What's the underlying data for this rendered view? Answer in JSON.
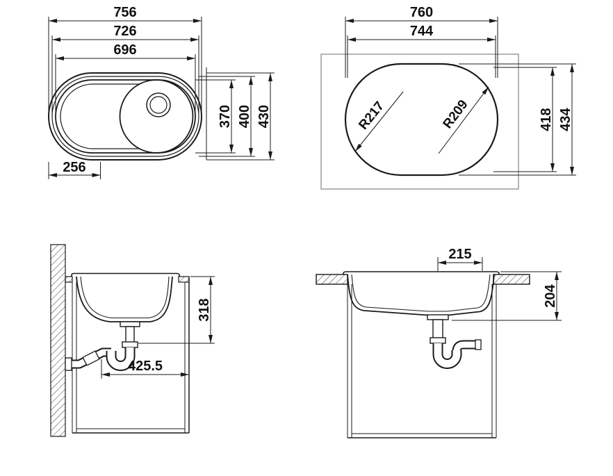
{
  "drawing": {
    "colors": {
      "line": "#1a1a1a",
      "cutout_frame": "#9b9b9b",
      "hatch": "#444444"
    },
    "top_view": {
      "width_outer": "756",
      "width_mid": "726",
      "width_inner": "696",
      "depth_inner": "370",
      "depth_mid": "400",
      "depth_outer": "430",
      "drainer_width": "256"
    },
    "cutout_view": {
      "width_outer": "760",
      "width_inner": "744",
      "radius_left": "R217",
      "radius_right": "R209",
      "depth_inner": "418",
      "depth_outer": "434"
    },
    "side_section": {
      "depth_below_worktop": "318",
      "drain_distance": "425.5"
    },
    "front_section": {
      "drain_offset": "215",
      "bowl_depth": "204"
    }
  }
}
